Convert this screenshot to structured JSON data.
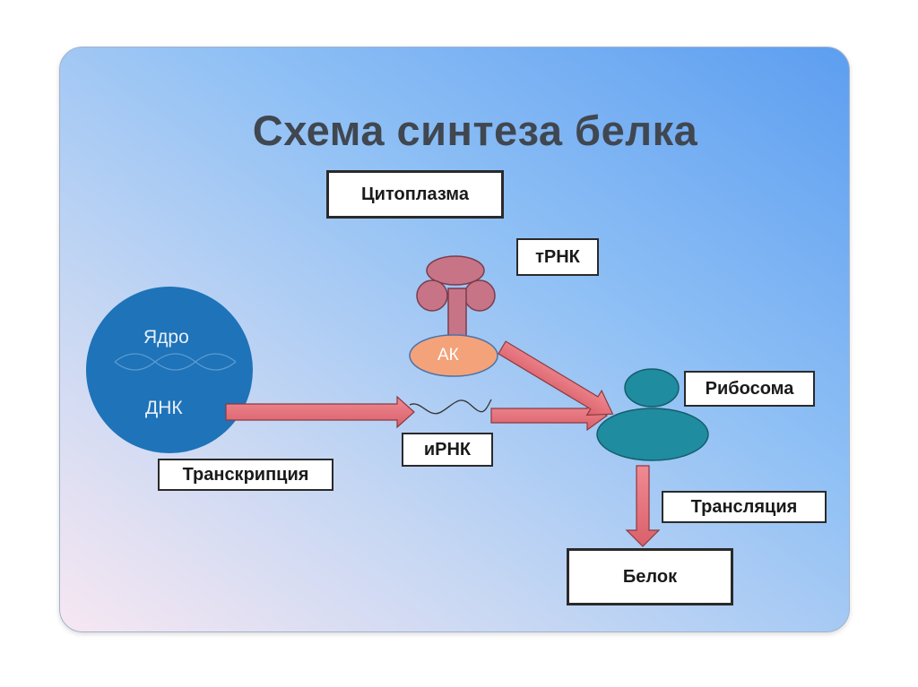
{
  "title": "Схема синтеза белка",
  "labels": {
    "cytoplasm": "Цитоплазма",
    "trna": "тРНК",
    "aa": "АК",
    "nucleus": "Ядро",
    "dna": "ДНК",
    "mrna": "иРНК",
    "ribosome": "Рибосома",
    "transcription": "Транскрипция",
    "translation": "Трансляция",
    "protein": "Белок"
  },
  "colors": {
    "title": "#404750",
    "nucleus": "#1e73b9",
    "arrow": "#e8747c",
    "ribosome": "#1f8ca0",
    "trna": "#c77487",
    "aa": "#f4a27a"
  }
}
